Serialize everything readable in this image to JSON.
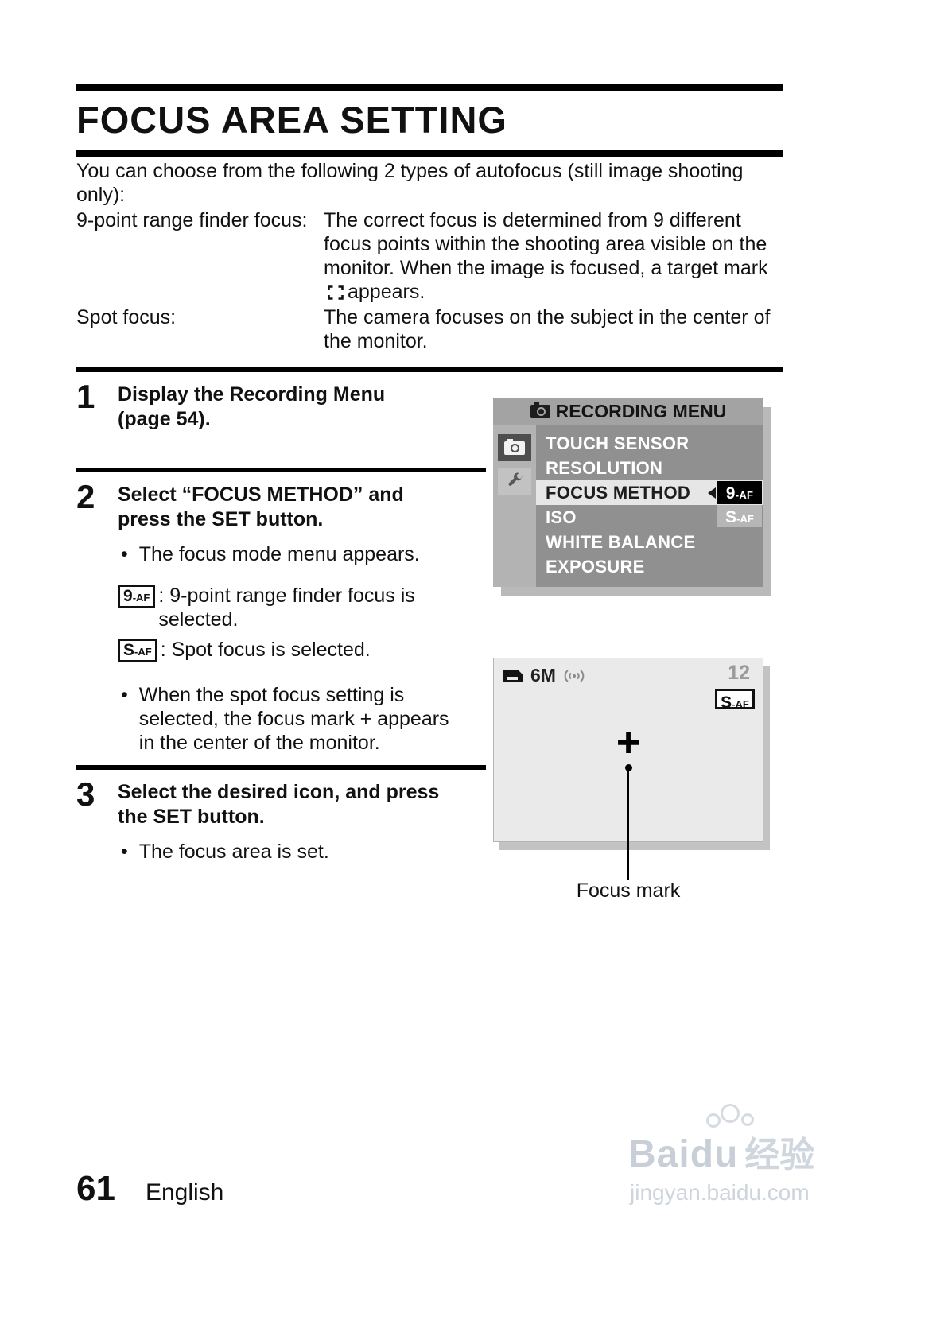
{
  "doc": {
    "title": "FOCUS AREA SETTING",
    "intro": "You can choose from the following 2 types of autofocus (still image shooting only):",
    "definitions": [
      {
        "term": "9-point range finder focus:",
        "desc_before_icon": "The correct focus is determined from 9 different focus points within the shooting area visible on the monitor. When the image is focused, a target mark",
        "desc_after_icon": "appears."
      },
      {
        "term": "Spot focus:",
        "desc": "The camera focuses on the subject in the center of the monitor."
      }
    ],
    "steps": {
      "one": {
        "number": "1",
        "title": "Display the Recording Menu (page 54)."
      },
      "two": {
        "number": "2",
        "title": "Select “FOCUS METHOD” and press the SET button.",
        "bullet1": "The focus mode menu appears.",
        "icon_nine_text": ": 9-point range finder focus is selected.",
        "icon_spot_text": ": Spot focus is selected.",
        "bullet2": "When the spot focus setting is selected, the focus mark + appears in the center of the monitor."
      },
      "three": {
        "number": "3",
        "title": "Select the desired icon, and press the SET button.",
        "bullet1": "The focus area is set."
      }
    },
    "badges": {
      "nine": {
        "big": "9",
        "small": "-AF"
      },
      "spot": {
        "big": "S",
        "small": "-AF"
      }
    },
    "rec_menu": {
      "header": "RECORDING MENU",
      "items": [
        "TOUCH SENSOR",
        "RESOLUTION",
        "FOCUS METHOD",
        "ISO",
        "WHITE BALANCE",
        "EXPOSURE"
      ]
    },
    "cam_screen": {
      "resolution": "6M",
      "remaining": "12",
      "focus_mark": "+",
      "caption": "Focus mark"
    },
    "footer": {
      "page_number": "61",
      "language": "English"
    },
    "watermark": {
      "brand": "Baidu",
      "brand_cn": "经验",
      "url": "jingyan.baidu.com"
    }
  }
}
